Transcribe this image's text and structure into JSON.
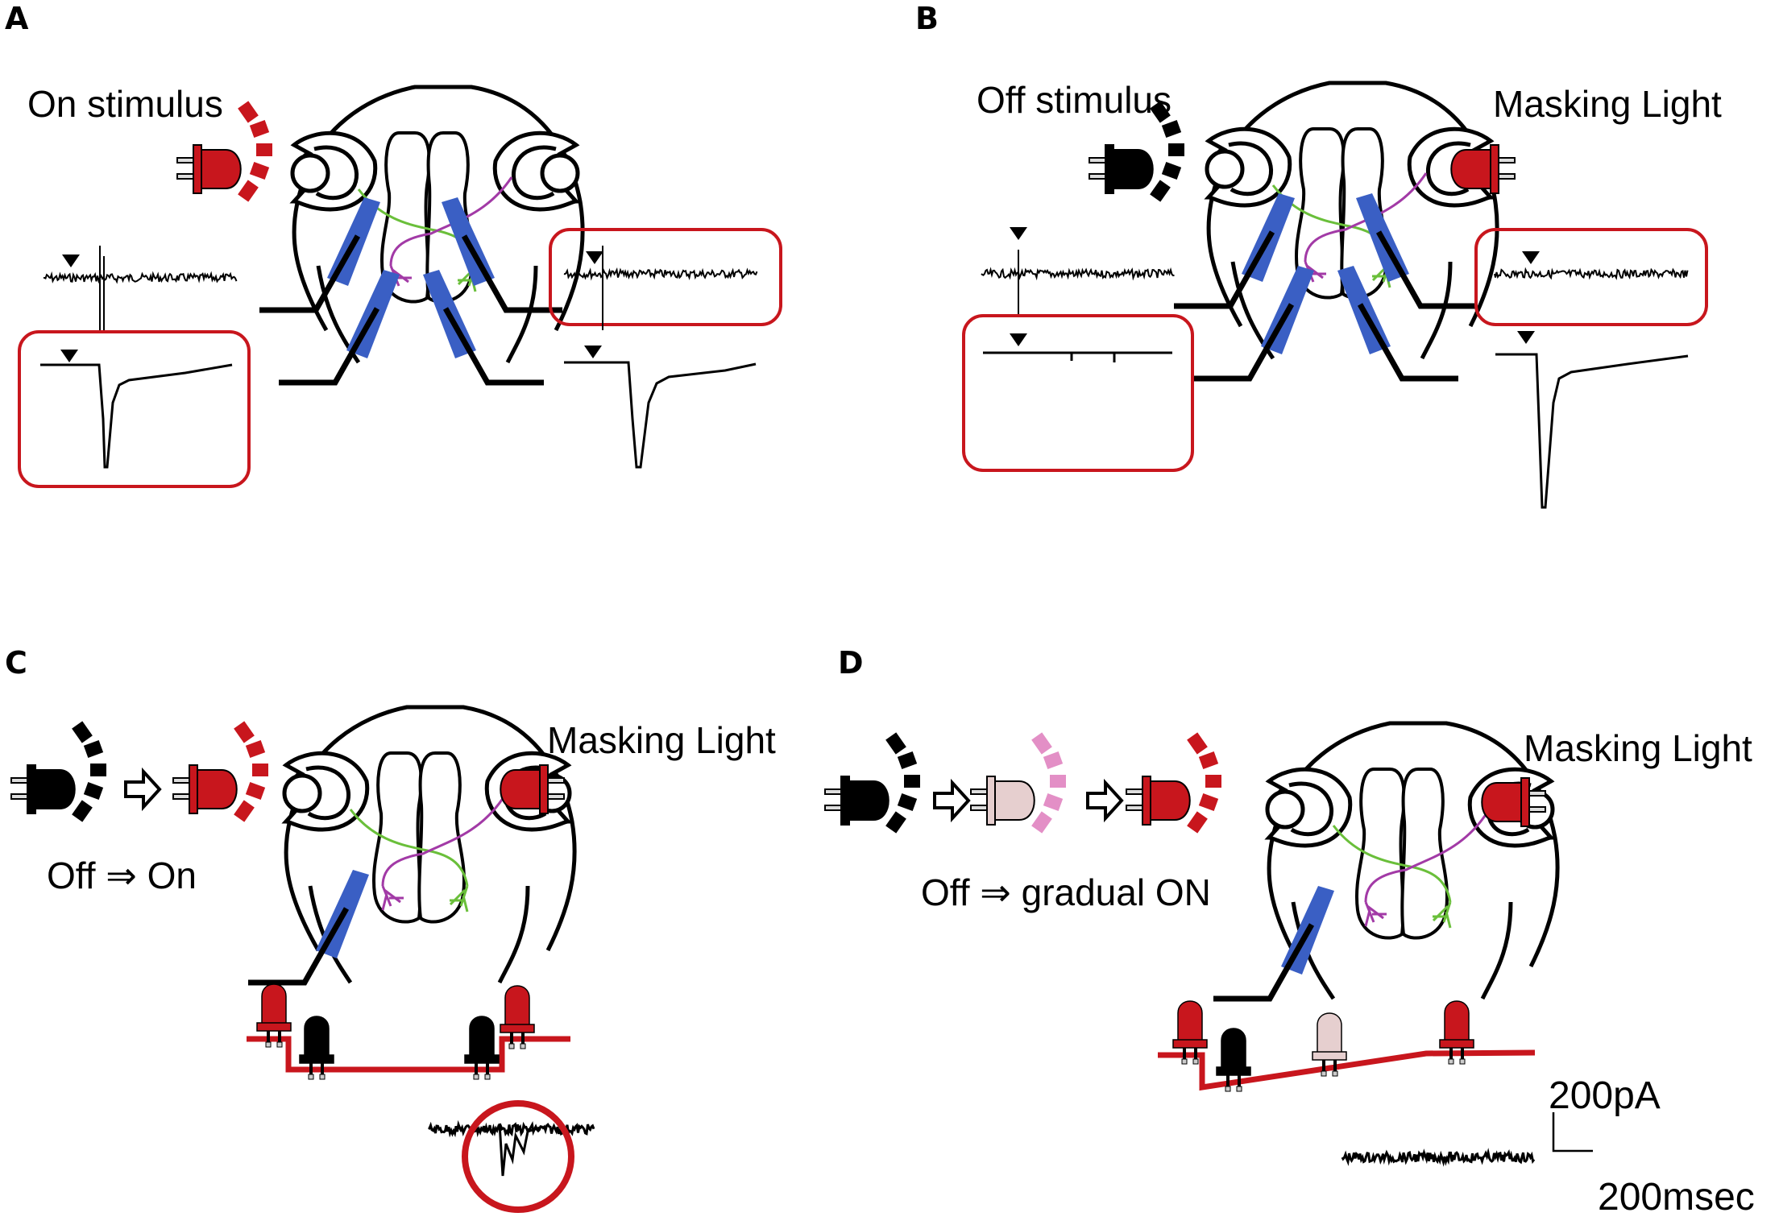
{
  "figure": {
    "colors": {
      "red": "#c8161d",
      "black": "#000000",
      "blue": "#3a5fc4",
      "green": "#6abf3a",
      "magenta": "#a23aa6",
      "pink": "#e38fc6",
      "pale": "#e6cfcf"
    },
    "panels": [
      {
        "id": "A",
        "letter": "A",
        "stimulus_label": "On stimulus",
        "stimulus_led": "red",
        "stimulus_led_state": "on",
        "masking_light_label": null,
        "electrodes": 4,
        "traces": [
          {
            "name": "left-upper-spike-trace",
            "type": "spike",
            "highlighted": false
          },
          {
            "name": "left-lower-current-trace",
            "type": "current-response",
            "highlighted": true
          },
          {
            "name": "right-upper-spike-trace",
            "type": "spike",
            "highlighted": true
          },
          {
            "name": "right-lower-current-trace",
            "type": "current-response",
            "highlighted": false
          }
        ]
      },
      {
        "id": "B",
        "letter": "B",
        "stimulus_label": "Off stimulus",
        "stimulus_led": "black",
        "stimulus_led_state": "off",
        "masking_light_label": "Masking Light",
        "masking_led": "red",
        "electrodes": 4,
        "traces": [
          {
            "name": "left-upper-spike-trace",
            "type": "spike",
            "highlighted": false
          },
          {
            "name": "left-lower-flat-trace",
            "type": "no-response",
            "highlighted": true
          },
          {
            "name": "right-upper-spike-trace",
            "type": "noise",
            "highlighted": true
          },
          {
            "name": "right-lower-current-trace",
            "type": "current-response",
            "highlighted": false
          }
        ]
      },
      {
        "id": "C",
        "letter": "C",
        "sequence_label": "Off ⇒ On",
        "led_sequence": [
          "black",
          "red"
        ],
        "masking_light_label": "Masking Light",
        "masking_led": "red",
        "electrodes": 1,
        "protocol": {
          "type": "step",
          "levels": [
            "on",
            "off",
            "on"
          ],
          "markers": [
            "red",
            "black",
            "black",
            "red"
          ]
        },
        "response": {
          "type": "transient-inward-current",
          "highlighted_circle": true
        }
      },
      {
        "id": "D",
        "letter": "D",
        "sequence_label": "Off ⇒ gradual ON",
        "led_sequence": [
          "black",
          "pale",
          "red"
        ],
        "masking_light_label": "Masking Light",
        "masking_led": "red",
        "electrodes": 1,
        "protocol": {
          "type": "ramp",
          "levels": [
            "on",
            "off",
            "ramp-to-on"
          ],
          "markers": [
            "red",
            "black",
            "pale",
            "red"
          ]
        },
        "response": {
          "type": "no-response",
          "highlighted_circle": false
        }
      }
    ],
    "scale_bar": {
      "vertical_label": "200pA",
      "horizontal_label": "200msec"
    }
  }
}
